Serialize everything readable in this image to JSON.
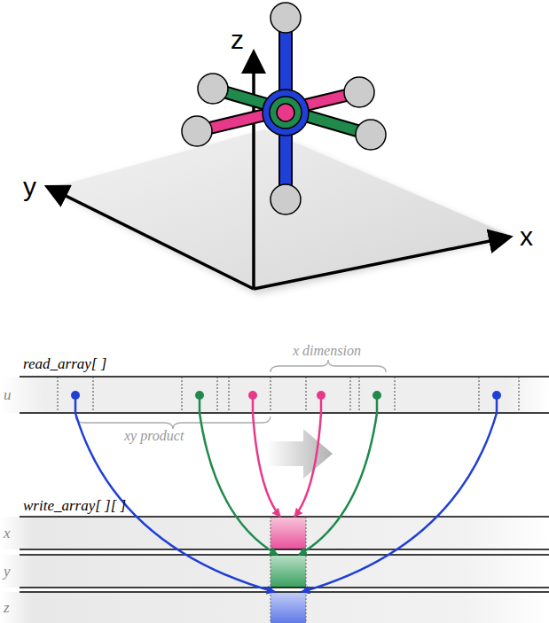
{
  "diagram": {
    "nodes": [
      {
        "text": [
          "u"
        ]
      },
      {
        "text": [
          "x"
        ]
      },
      {
        "text": [
          "y"
        ]
      },
      {
        "text": [
          "z"
        ]
      }
    ],
    "edges": [
      {
        "from": 0,
        "to": 1,
        "arrow": "to"
      },
      {
        "from": 0,
        "to": 1,
        "arrow": "to"
      },
      {
        "from": 0,
        "to": 2,
        "arrow": "to"
      },
      {
        "from": 0,
        "to": 2,
        "arrow": "to"
      },
      {
        "from": 0,
        "to": 3,
        "arrow": "to"
      },
      {
        "from": 0,
        "to": 3,
        "arrow": "to"
      }
    ],
    "labels": [
      "z",
      "y",
      "x",
      "read_array[ ]",
      "x dimension",
      "xy product",
      "write_array[ ][ ]"
    ]
  }
}
